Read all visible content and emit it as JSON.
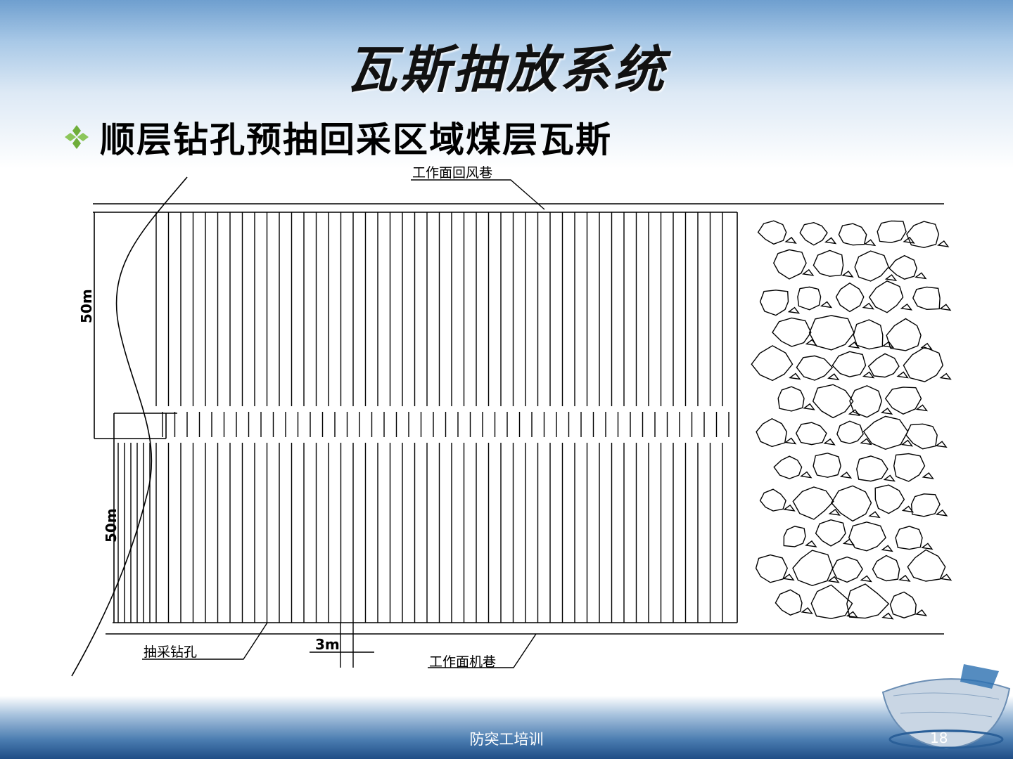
{
  "slide": {
    "title": "瓦斯抽放系统",
    "bullet": "顺层钻孔预抽回采区域煤层瓦斯",
    "bullet_icon": "diamond-bullet-icon",
    "footer": "防突工培训",
    "page_number": "18"
  },
  "diagram": {
    "return_airway_label": "工作面回风巷",
    "haulage_roadway_label": "工作面机巷",
    "drainage_borehole_label": "抽采钻孔",
    "borehole_spacing_label": "3m",
    "upper_length_label": "50m",
    "lower_length_label": "50m",
    "goaf": "caved-rock-hatch"
  },
  "colors": {
    "accent_green": "#6fae3a",
    "header_blue": "#6f9fcf",
    "footer_blue": "#1f4d86"
  }
}
